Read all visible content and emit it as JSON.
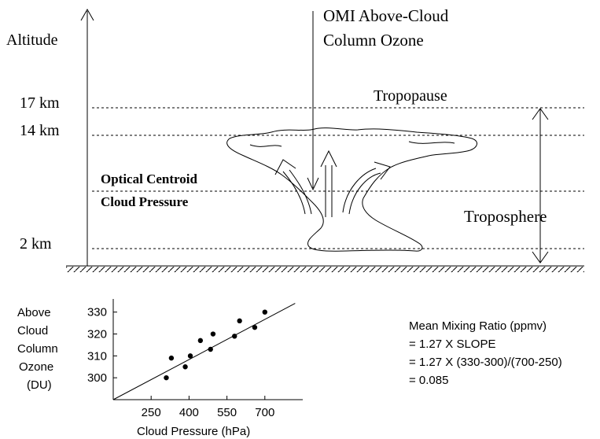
{
  "diagram": {
    "altitude_label": "Altitude",
    "omi_label_line1": "OMI Above-Cloud",
    "omi_label_line2": "Column Ozone",
    "tropopause_label": "Tropopause",
    "troposphere_label": "Troposphere",
    "centroid_label_line1": "Optical Centroid",
    "centroid_label_line2": "Cloud Pressure",
    "levels": [
      {
        "label": "17 km"
      },
      {
        "label": "14 km"
      },
      {
        "label": "2 km"
      }
    ]
  },
  "chart_data": {
    "type": "scatter",
    "ylabel_lines": [
      "Above",
      "Cloud",
      "Column",
      "Ozone",
      "(DU)"
    ],
    "xlabel": "Cloud Pressure (hPa)",
    "xlim": [
      100,
      850
    ],
    "ylim": [
      290,
      336
    ],
    "xticks": [
      250,
      400,
      550,
      700
    ],
    "yticks": [
      300,
      310,
      320,
      330
    ],
    "points": [
      {
        "x": 310,
        "y": 300
      },
      {
        "x": 330,
        "y": 309
      },
      {
        "x": 385,
        "y": 305
      },
      {
        "x": 405,
        "y": 310
      },
      {
        "x": 445,
        "y": 317
      },
      {
        "x": 485,
        "y": 313
      },
      {
        "x": 495,
        "y": 320
      },
      {
        "x": 580,
        "y": 319
      },
      {
        "x": 600,
        "y": 326
      },
      {
        "x": 660,
        "y": 323
      },
      {
        "x": 700,
        "y": 330
      }
    ],
    "fit_line": {
      "slope_ratio": "330-300 / 700-250",
      "x": [
        100,
        820
      ],
      "y": [
        290,
        334
      ]
    }
  },
  "formula": {
    "lines": [
      "Mean Mixing Ratio (ppmv)",
      "= 1.27 X SLOPE",
      "= 1.27 X (330-300)/(700-250)",
      "= 0.085"
    ]
  }
}
